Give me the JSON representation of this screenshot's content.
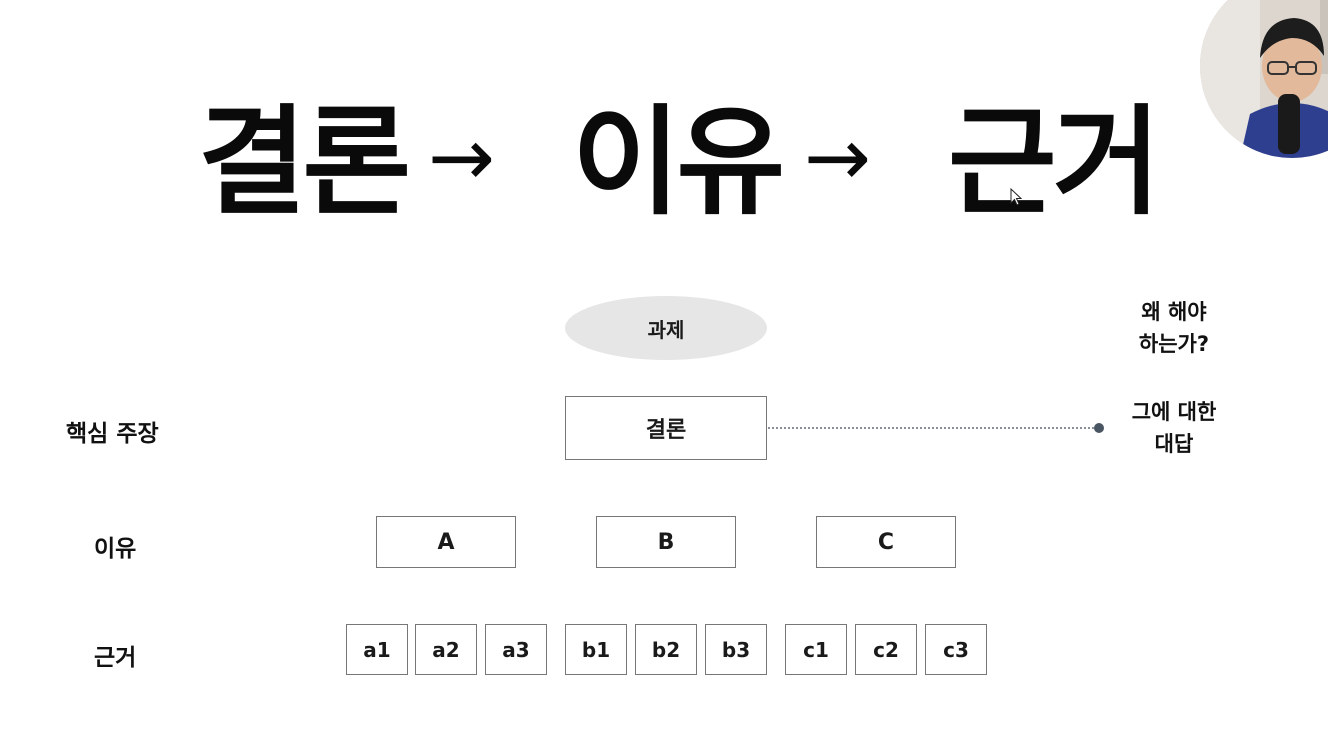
{
  "headline": {
    "word1": "결론",
    "arrow1": "→",
    "word2": "이유",
    "arrow2": "→",
    "word3": "근거"
  },
  "diagram": {
    "task": "과제",
    "rows": {
      "core_claim_label": "핵심 주장",
      "reason_label": "이유",
      "evidence_label": "근거"
    },
    "conclusion": "결론",
    "reasons": [
      "A",
      "B",
      "C"
    ],
    "evidence": [
      "a1",
      "a2",
      "a3",
      "b1",
      "b2",
      "b3",
      "c1",
      "c2",
      "c3"
    ],
    "side_notes": {
      "question_line1": "왜 해야",
      "question_line2": "하는가?",
      "answer_line1": "그에 대한",
      "answer_line2": "대답"
    }
  },
  "colors": {
    "ellipse_fill": "#e6e6e6",
    "box_border": "#777777",
    "connector_dot": "#4a5563"
  },
  "icons": {
    "cursor": "mouse-pointer-icon"
  }
}
